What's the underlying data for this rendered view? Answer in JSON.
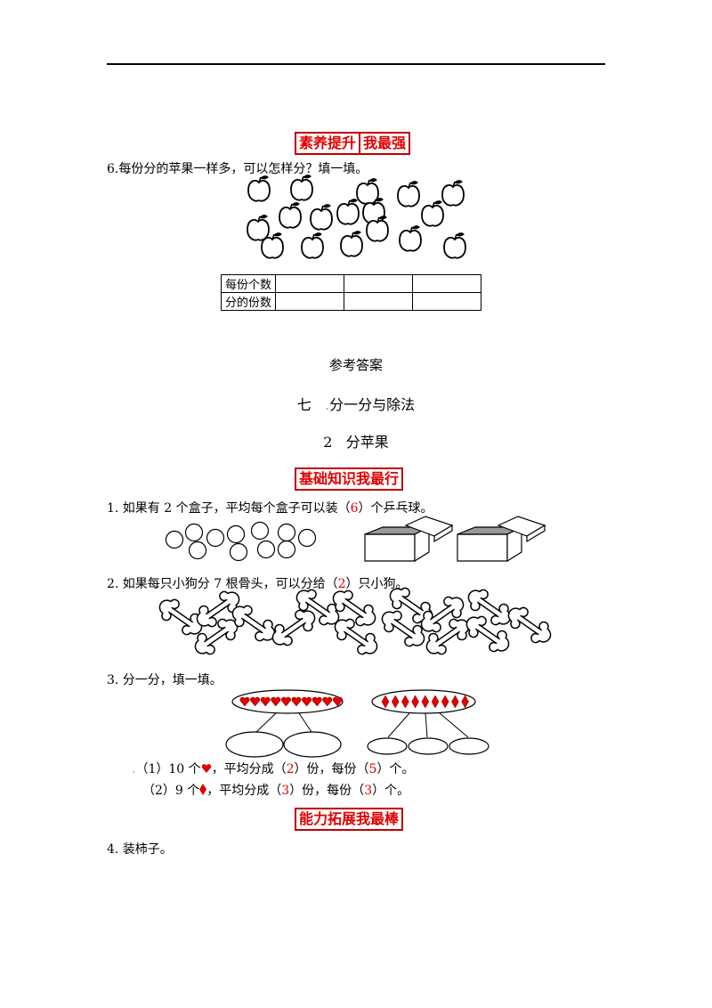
{
  "section_banners": {
    "top": [
      "素养提升",
      "我最强"
    ],
    "basic": "基础知识我最行",
    "extend": "能力拓展我最棒"
  },
  "question6": {
    "text": "6.每份分的苹果一样多，可以怎样分？填一填。",
    "table": {
      "rows": [
        {
          "label": "每份个数",
          "cells": [
            "",
            "",
            ""
          ]
        },
        {
          "label": "分的份数",
          "cells": [
            "",
            "",
            ""
          ]
        }
      ]
    }
  },
  "answers": {
    "title": "参考答案",
    "unit_number": "七",
    "unit_dot": ".",
    "unit_title": "分一分与除法",
    "lesson_number": "2",
    "lesson_title": "分苹果"
  },
  "answer1": {
    "before": "1.  如果有 2 个盒子，平均每个盒子可以装（",
    "answer": "6",
    "after": "）个乒乓球。"
  },
  "answer2": {
    "before": "2.  如果每只小狗分 7 根骨头，可以分给（",
    "answer": "2",
    "after": "）只小狗。"
  },
  "answer3": {
    "text": "3. 分一分，填一填。",
    "part1": {
      "lead": ".",
      "before": "（1）10 个",
      "mid1": "，平均分成（",
      "a1": "2",
      "mid2": "）份，每份（",
      "a2": "5",
      "after": "）个。"
    },
    "part2": {
      "before": "（2）9 个",
      "mid1": "，平均分成（",
      "a1": "3",
      "mid2": "）份，每份（",
      "a2": "3",
      "after": "）个。"
    }
  },
  "question4": {
    "text": "4. 装柿子。"
  },
  "colors": {
    "accent_red": "#e00000",
    "banner_border": "#c00000"
  }
}
